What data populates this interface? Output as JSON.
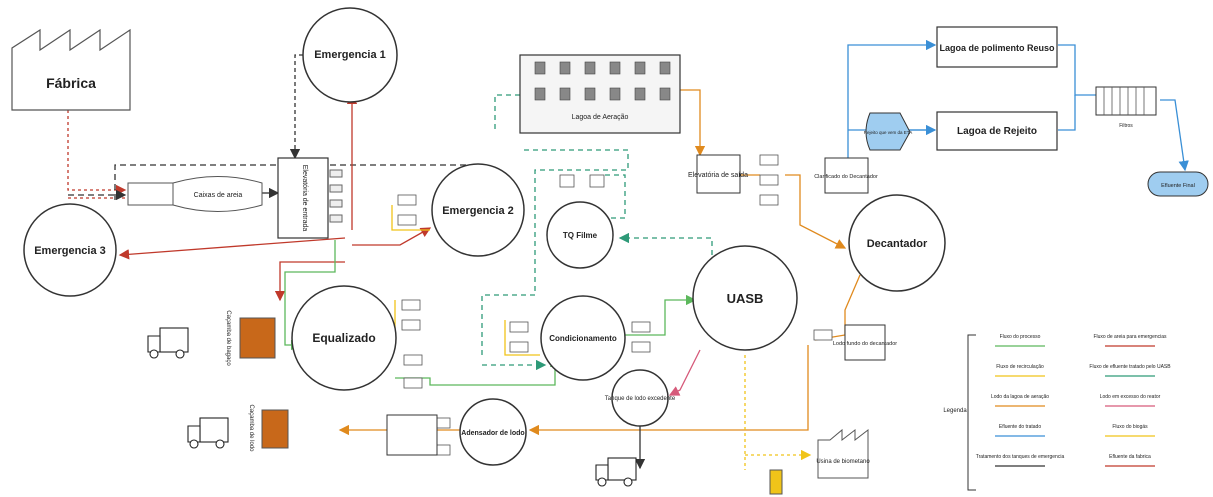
{
  "nodes": {
    "fabrica": "Fábrica",
    "emergencia1": "Emergencia 1",
    "emergencia2": "Emergencia 2",
    "emergencia3": "Emergencia 3",
    "caixas": "Caixas de areia",
    "elevatoria_entrada": "Elevatória de entrada",
    "equalizado": "Equalizado",
    "cacamba_bagaco": "Caçamba de bagaço",
    "cacamba_lodo": "Caçamba de lodo",
    "adensador": "Adensador de lodo",
    "lagoa_aeracao": "Lagoa de Aeração",
    "tq_filme": "TQ Filme",
    "condicionamento": "Condicionamento",
    "uasb": "UASB",
    "tanque_lodo": "Tanque de lodo excedente",
    "usina": "Usina de biometano",
    "elevatoria_saida": "Elevatória de saída",
    "clarificado": "Clarificado do Decantador",
    "decantador": "Decantador",
    "lodo_fundo": "Lodo fundo do decantador",
    "lagoa_polimento": "Lagoa de polimento Reuso",
    "lagoa_rejeito": "Lagoa de Rejeito",
    "rejeito_eta": "Rejeito que vem da ETA",
    "efluente_final": "Efluente Final",
    "filtro": "Filtros"
  },
  "legend": {
    "title": "Legenda",
    "items": [
      {
        "label": "Fluxo do processo",
        "color": "#5cb85c"
      },
      {
        "label": "Fluxo de areia para emergencias",
        "color": "#c0392b"
      },
      {
        "label": "Fluxo de recirculação",
        "color": "#f0c419"
      },
      {
        "label": "Fluxo de efluente tratado pelo UASB",
        "color": "#2e9a78"
      },
      {
        "label": "Lodo da lagoa de aeração",
        "color": "#e08a1e"
      },
      {
        "label": "Lodo em excesso do reator",
        "color": "#d65a7a"
      },
      {
        "label": "Efluente do tratado",
        "color": "#3a8fd6"
      },
      {
        "label": "Fluxo do biogás",
        "color": "#f0c419"
      },
      {
        "label": "Tratamento dos tanques de emergencia",
        "color": "#333333"
      },
      {
        "label": "Efluente da fabrica",
        "color": "#c0392b"
      }
    ]
  }
}
